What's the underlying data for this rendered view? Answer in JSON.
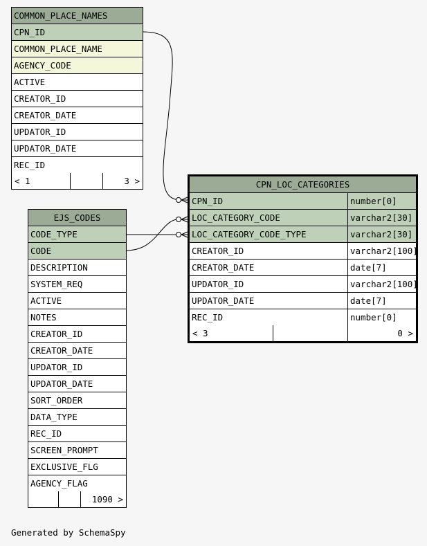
{
  "tables": {
    "common_place_names": {
      "name": "COMMON_PLACE_NAMES",
      "columns": [
        {
          "name": "CPN_ID",
          "kind": "pk"
        },
        {
          "name": "COMMON_PLACE_NAME",
          "kind": "idx"
        },
        {
          "name": "AGENCY_CODE",
          "kind": "idx"
        },
        {
          "name": "ACTIVE",
          "kind": ""
        },
        {
          "name": "CREATOR_ID",
          "kind": ""
        },
        {
          "name": "CREATOR_DATE",
          "kind": ""
        },
        {
          "name": "UPDATOR_ID",
          "kind": ""
        },
        {
          "name": "UPDATOR_DATE",
          "kind": ""
        },
        {
          "name": "REC_ID",
          "kind": ""
        }
      ],
      "footer": {
        "parents": "< 1",
        "children": "3 >"
      }
    },
    "ejs_codes": {
      "name": "EJS_CODES",
      "columns": [
        {
          "name": "CODE_TYPE",
          "kind": "pk"
        },
        {
          "name": "CODE",
          "kind": "pk"
        },
        {
          "name": "DESCRIPTION",
          "kind": ""
        },
        {
          "name": "SYSTEM_REQ",
          "kind": ""
        },
        {
          "name": "ACTIVE",
          "kind": ""
        },
        {
          "name": "NOTES",
          "kind": ""
        },
        {
          "name": "CREATOR_ID",
          "kind": ""
        },
        {
          "name": "CREATOR_DATE",
          "kind": ""
        },
        {
          "name": "UPDATOR_ID",
          "kind": ""
        },
        {
          "name": "UPDATOR_DATE",
          "kind": ""
        },
        {
          "name": "SORT_ORDER",
          "kind": ""
        },
        {
          "name": "DATA_TYPE",
          "kind": ""
        },
        {
          "name": "REC_ID",
          "kind": ""
        },
        {
          "name": "SCREEN_PROMPT",
          "kind": ""
        },
        {
          "name": "EXCLUSIVE_FLG",
          "kind": ""
        },
        {
          "name": "AGENCY_FLAG",
          "kind": ""
        }
      ],
      "footer": {
        "parents": "",
        "children": "1090 >"
      }
    },
    "cpn_loc_categories": {
      "name": "CPN_LOC_CATEGORIES",
      "columns": [
        {
          "name": "CPN_ID",
          "type": "number[0]",
          "kind": "pk"
        },
        {
          "name": "LOC_CATEGORY_CODE",
          "type": "varchar2[30]",
          "kind": "pk"
        },
        {
          "name": "LOC_CATEGORY_CODE_TYPE",
          "type": "varchar2[30]",
          "kind": "pk"
        },
        {
          "name": "CREATOR_ID",
          "type": "varchar2[100]",
          "kind": ""
        },
        {
          "name": "CREATOR_DATE",
          "type": "date[7]",
          "kind": ""
        },
        {
          "name": "UPDATOR_ID",
          "type": "varchar2[100]",
          "kind": ""
        },
        {
          "name": "UPDATOR_DATE",
          "type": "date[7]",
          "kind": ""
        },
        {
          "name": "REC_ID",
          "type": "number[0]",
          "kind": ""
        }
      ],
      "footer": {
        "parents": "< 3",
        "children": "0 >"
      }
    }
  },
  "caption": "Generated by SchemaSpy",
  "colors": {
    "header": "#9bab96",
    "primary_key": "#bed1b8",
    "indexed": "#f4f7da",
    "background": "#f6f6f6"
  }
}
